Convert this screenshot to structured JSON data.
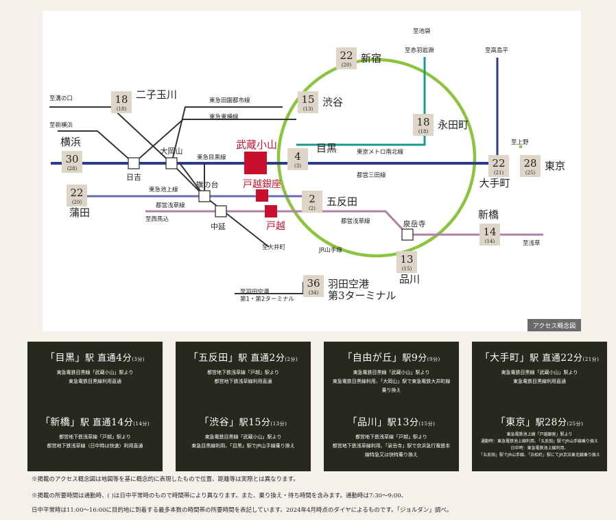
{
  "map": {
    "caption": "アクセス概念図",
    "home_stations": [
      "武蔵小山",
      "戸越銀座",
      "戸越"
    ],
    "station_boxes": [
      {
        "key": "shinjuku",
        "minutes": "22",
        "offpeak": "(20)",
        "name": "新宿"
      },
      {
        "key": "shibuya",
        "minutes": "15",
        "offpeak": "(13)",
        "name": "渋谷"
      },
      {
        "key": "futako",
        "minutes": "18",
        "offpeak": "(18)",
        "name": "二子玉川"
      },
      {
        "key": "yokohama",
        "minutes": "30",
        "offpeak": "(28)",
        "name": "横浜"
      },
      {
        "key": "meguro",
        "minutes": "4",
        "offpeak": "(3)",
        "name": "目黒"
      },
      {
        "key": "gotanda",
        "minutes": "2",
        "offpeak": "(2)",
        "name": "五反田"
      },
      {
        "key": "kamata",
        "minutes": "22",
        "offpeak": "(20)",
        "name": "蒲田"
      },
      {
        "key": "nagatacho",
        "minutes": "18",
        "offpeak": "(18)",
        "name": "永田町"
      },
      {
        "key": "otemachi",
        "minutes": "22",
        "offpeak": "(21)",
        "name": "大手町"
      },
      {
        "key": "tokyo",
        "minutes": "28",
        "offpeak": "(25)",
        "name": "東京"
      },
      {
        "key": "shimbashi",
        "minutes": "14",
        "offpeak": "(14)",
        "name": "新橋"
      },
      {
        "key": "shinagawa",
        "minutes": "13",
        "offpeak": "(15)",
        "name": "品川"
      },
      {
        "key": "haneda",
        "minutes": "36",
        "offpeak": "(34)",
        "name": "羽田空港\n第3ターミナル"
      }
    ],
    "small_stations": [
      "日吉",
      "大岡山",
      "旗の台",
      "中延",
      "泉岳寺"
    ],
    "directions": [
      "至池袋",
      "至赤羽岩淵",
      "至高島平",
      "至溝の口",
      "至新横浜",
      "至上野",
      "至西馬込",
      "至大井町",
      "至浅草",
      "至羽田空港\n第1・第2ターミナル"
    ],
    "line_labels": [
      "東急田園都市線",
      "東急東横線",
      "東急目黒線",
      "東京メトロ南北線",
      "都営三田線",
      "東急池上線",
      "都営浅草線",
      "都営浅草線",
      "JR山手線"
    ],
    "colors": {
      "yamanote": "#8cc43f",
      "meguro_mita": "#2b3a8a",
      "namboku": "#1a9b8f",
      "asakusa": "#b07fa4",
      "ikegami": "#6b6bb0",
      "home": "#c8102e",
      "box": "#ddd6c6",
      "card": "#27291f"
    }
  },
  "cards": [
    {
      "name": "「目黒」",
      "suffix": "駅 直通",
      "time": "4",
      "unit": "分",
      "off": "(3分)",
      "lines": [
        "東急電鉄目黒線「武蔵小山」駅より",
        "東急電鉄目黒線利用直通"
      ]
    },
    {
      "name": "「五反田」",
      "suffix": "駅 直通",
      "time": "2",
      "unit": "分",
      "off": "(2分)",
      "lines": [
        "都営地下鉄浅草線「戸越」駅より",
        "都営地下鉄浅草線利用直通"
      ]
    },
    {
      "name": "「自由が丘」",
      "suffix": "駅",
      "time": "9",
      "unit": "分",
      "off": "(9分)",
      "lines": [
        "東急電鉄目黒線「武蔵小山」駅より",
        "東急電鉄目黒線利用、「大岡山」駅で東急電鉄大井町線",
        "乗り換え"
      ]
    },
    {
      "name": "「大手町」",
      "suffix": "駅 直通",
      "time": "22",
      "unit": "分",
      "off": "(21分)",
      "lines": [
        "東急電鉄目黒線「武蔵小山」駅より",
        "東急電鉄目黒線利用直通"
      ]
    },
    {
      "name": "「新橋」",
      "suffix": "駅 直通",
      "time": "14",
      "unit": "分",
      "off": "(14分)",
      "lines": [
        "都営地下鉄浅草線「戸越」駅より",
        "都営地下鉄浅草線（日中時は快速）利用直通"
      ]
    },
    {
      "name": "「渋谷」",
      "suffix": "駅",
      "time": "15",
      "unit": "分",
      "off": "(13分)",
      "lines": [
        "東急電鉄目黒線「武蔵小山」駅より",
        "東急目黒線利用、「目黒」駅でJR山手線乗り換え"
      ]
    },
    {
      "name": "「品川」",
      "suffix": "駅",
      "time": "13",
      "unit": "分",
      "off": "(15分)",
      "lines": [
        "都営地下鉄浅草線「戸越」駅より",
        "都営地下鉄浅草線利用、「泉岳寺」駅で京浜急行電鉄本",
        "線特急又は快特乗り換え"
      ]
    },
    {
      "name": "「東京」",
      "suffix": "駅",
      "time": "28",
      "unit": "分",
      "off": "(25分)",
      "lines": [
        "東急電鉄池上線「戸越銀座」駅より",
        "通勤時：東急電鉄池上線利用、「五反田」駅でJR山手線乗り換え",
        "日中時：東急電鉄池上線利用、",
        "「五反田」駅でJR山手線、「浜松町」駅にてJR京浜東北線乗り換え"
      ]
    }
  ],
  "notes": [
    "※掲載のアクセス概念図は地図等を基に概念的に表現したもので位置、距離等は実際とは異なります。",
    "※掲載の所要時間は通勤時、(  )は日中平常時のもので時間帯により異なります。また、乗り換え・待ち時間を含みます。通勤時は7:30〜9:00、",
    "日中平常時は11:00〜16:00に目的地に到着する最多本数の時間帯の所要時間を表記しています。2024年4月時点のダイヤによるものです。「ジョルダン」調べ。"
  ]
}
